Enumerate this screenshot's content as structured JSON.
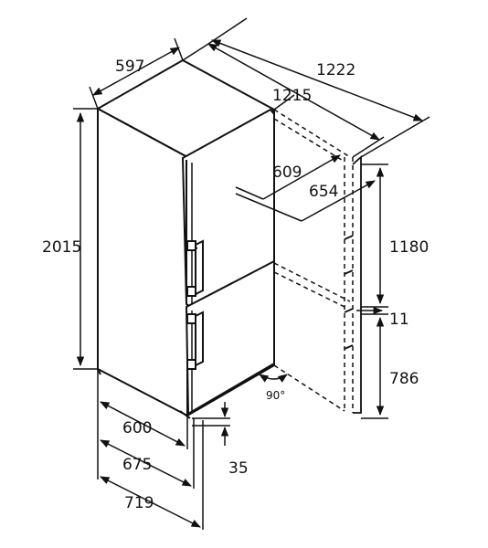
{
  "dimensions": {
    "width_top": "597",
    "depth_overall": "1222",
    "depth_door_open": "1215",
    "height": "2015",
    "depth_body_mid": "609",
    "depth_with_handle_mid": "654",
    "upper_door_height": "1180",
    "door_gap": "11",
    "lower_door_height": "786",
    "opening_angle": "90°",
    "depth_600": "600",
    "depth_675": "675",
    "depth_719": "719",
    "plinth_height": "35"
  },
  "colors": {
    "line": "#111111",
    "background": "#ffffff"
  }
}
